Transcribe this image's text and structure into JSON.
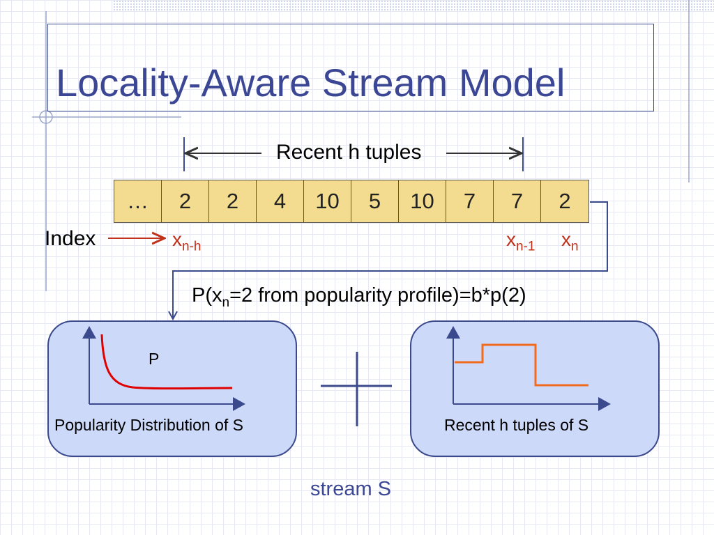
{
  "title": "Locality-Aware Stream Model",
  "recent_label": "Recent h tuples",
  "sequence": [
    "…",
    "2",
    "2",
    "4",
    "10",
    "5",
    "10",
    "7",
    "7",
    "2"
  ],
  "index_label": "Index",
  "x_labels": {
    "xnh": {
      "base": "x",
      "sub": "n-h"
    },
    "xn1": {
      "base": "x",
      "sub": "n-1"
    },
    "xn": {
      "base": "x",
      "sub": "n"
    }
  },
  "formula": {
    "prefix": "P(x",
    "sub": "n",
    "suffix": "=2 from popularity profile)=b*p(2)"
  },
  "left_box": {
    "curve_label": "P",
    "caption": "Popularity Distribution of S"
  },
  "right_box": {
    "caption": "Recent h tuples of S"
  },
  "plus_symbol": "+",
  "stream_label": "stream S",
  "colors": {
    "title": "#3b4794",
    "cell_fill": "#f3dc8f",
    "box_fill": "#cdd9f8",
    "accent_red": "#c0311a",
    "curve_red": "#e00000",
    "step_orange": "#f26a1b",
    "line_blue": "#3b4a8c"
  }
}
